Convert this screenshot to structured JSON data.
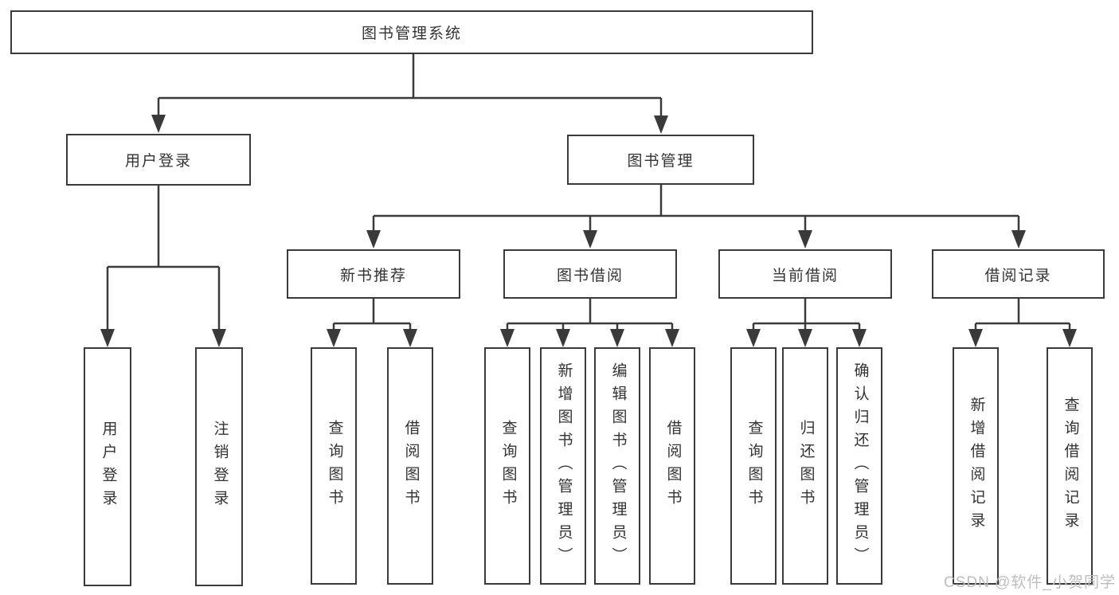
{
  "diagram": {
    "root": {
      "label": "图书管理系统"
    },
    "branches": [
      {
        "label": "用户登录",
        "children": [
          {
            "label": "用户登录"
          },
          {
            "label": "注销登录"
          }
        ]
      },
      {
        "label": "图书管理",
        "sections": [
          {
            "label": "新书推荐",
            "children": [
              {
                "label": "查询图书"
              },
              {
                "label": "借阅图书"
              }
            ]
          },
          {
            "label": "图书借阅",
            "children": [
              {
                "label": "查询图书"
              },
              {
                "label": "新增图书（管理员）"
              },
              {
                "label": "编辑图书（管理员）"
              },
              {
                "label": "借阅图书"
              }
            ]
          },
          {
            "label": "当前借阅",
            "children": [
              {
                "label": "查询图书"
              },
              {
                "label": "归还图书"
              },
              {
                "label": "确认归还（管理员）"
              }
            ]
          },
          {
            "label": "借阅记录",
            "children": [
              {
                "label": "新增借阅记录"
              },
              {
                "label": "查询借阅记录"
              }
            ]
          }
        ]
      }
    ]
  },
  "watermark": {
    "text": "CSDN @软件_小贺同学"
  },
  "colors": {
    "line": "#3a3a3a",
    "text": "#333333",
    "background": "#ffffff",
    "watermark": "#bdbdbd"
  }
}
